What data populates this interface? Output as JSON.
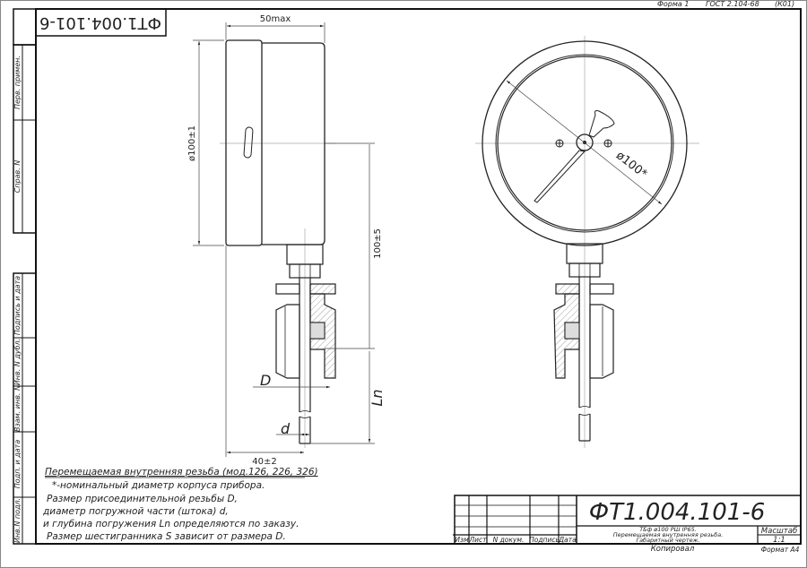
{
  "header": {
    "form": "Форма 1",
    "standard": "ГОСТ 2.104-68",
    "code": "(К01)",
    "rotated_designation": "ФТ1.004.101-6"
  },
  "side_stamp": {
    "top_cells": [
      "Перв. примен.",
      "Справ. N"
    ],
    "bottom_cells": [
      "Подпись и дата",
      "Инв. N дубл.",
      "Взам. инв. N",
      "Подп. и дата",
      "Инв.N подл."
    ]
  },
  "side_view": {
    "dim_width": "50max",
    "dim_diameter": "ø100±1",
    "dim_length": "100±5",
    "dim_offset": "40±2",
    "label_D": "D",
    "label_d": "d",
    "label_Ln": "Ln"
  },
  "front_view": {
    "dim_diameter": "ø100*"
  },
  "notes": {
    "title": "Перемещаемая внутренняя резьба (мод.126, 226, 326)",
    "lines": [
      "*-номинальный диаметр корпуса прибора.",
      "Размер присоединительной резьбы D,",
      "диаметр погружной части (штока) d,",
      "и глубина погружения Ln определяются по заказу.",
      "Размер шестигранника S зависит от размера D."
    ]
  },
  "title_block": {
    "designation": "ФТ1.004.101-6",
    "description": [
      "ТБф ø100 РШ IP65.",
      "Перемещаемая внутренняя резьба.",
      "Габаритный чертеж."
    ],
    "columns": [
      "Изм",
      "Лист",
      "N докум.",
      "Подпись",
      "Дата"
    ],
    "scale_label": "Масштаб",
    "scale_value": "1:1",
    "copied": "Копировал",
    "format": "Формат А4"
  }
}
